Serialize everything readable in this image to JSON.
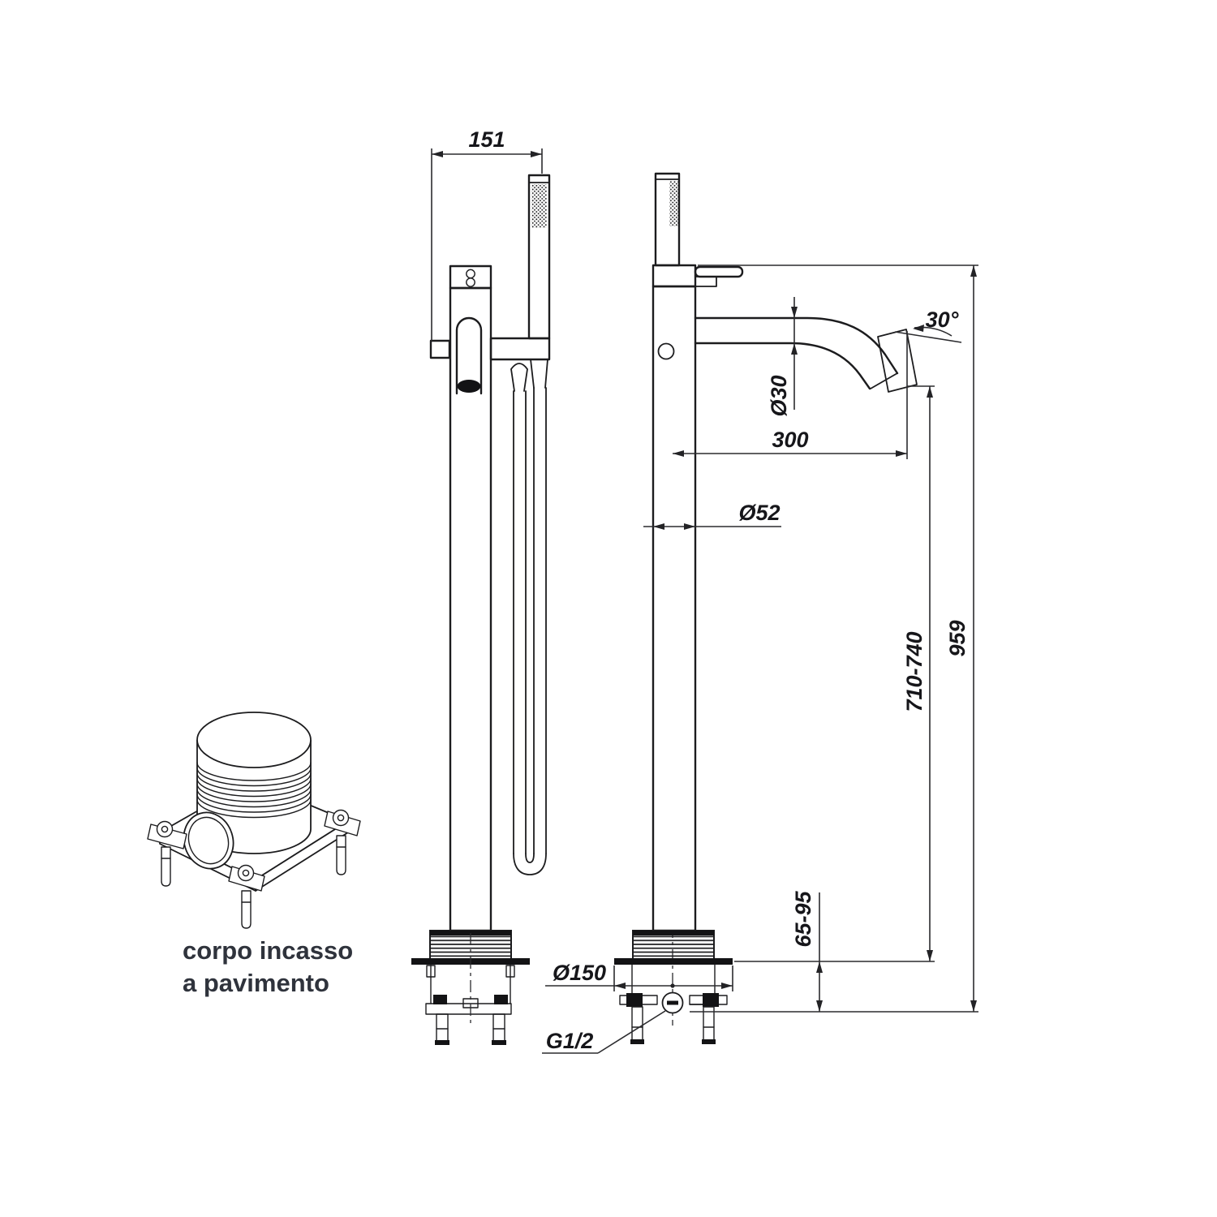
{
  "drawing": {
    "kind": "technical-drawing",
    "subject": "freestanding floor-mounted bath mixer with hand shower",
    "background": "#ffffff",
    "line_color": "#1c1c1e"
  },
  "caption": {
    "line1": "corpo incasso",
    "line2": "a pavimento",
    "color": "#2f333c"
  },
  "dimensions": {
    "front_width": "151",
    "spout_angle": "30°",
    "spout_diameter": "Ø30",
    "spout_reach": "300",
    "column_diameter": "Ø52",
    "spout_height_range": "710-740",
    "total_height": "959",
    "built_in_depth_range": "65-95",
    "flange_diameter": "Ø150",
    "connection_thread": "G1/2"
  }
}
